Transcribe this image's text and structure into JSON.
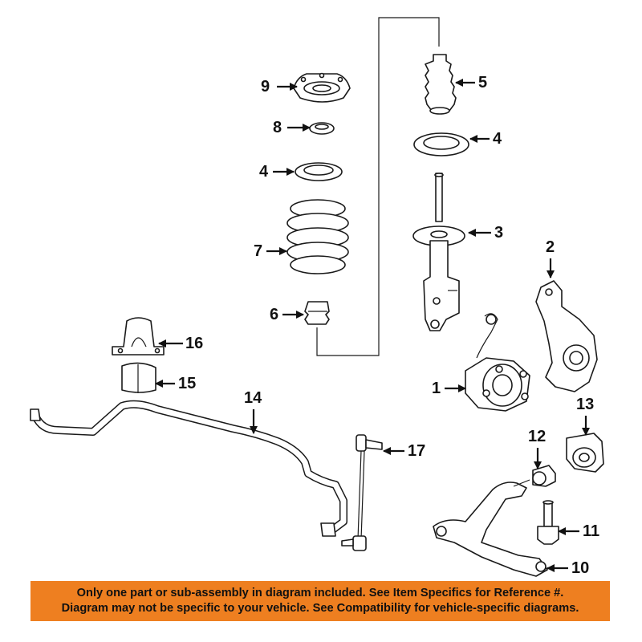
{
  "callouts": [
    {
      "id": "1",
      "label": "1"
    },
    {
      "id": "2",
      "label": "2"
    },
    {
      "id": "3",
      "label": "3"
    },
    {
      "id": "4a",
      "label": "4"
    },
    {
      "id": "4b",
      "label": "4"
    },
    {
      "id": "5",
      "label": "5"
    },
    {
      "id": "6",
      "label": "6"
    },
    {
      "id": "7",
      "label": "7"
    },
    {
      "id": "8",
      "label": "8"
    },
    {
      "id": "9",
      "label": "9"
    },
    {
      "id": "10",
      "label": "10"
    },
    {
      "id": "11",
      "label": "11"
    },
    {
      "id": "12",
      "label": "12"
    },
    {
      "id": "13",
      "label": "13"
    },
    {
      "id": "14",
      "label": "14"
    },
    {
      "id": "15",
      "label": "15"
    },
    {
      "id": "16",
      "label": "16"
    },
    {
      "id": "17",
      "label": "17"
    }
  ],
  "footer": {
    "line1": "Only one part or sub-assembly in diagram included. See Item Specifics for Reference #.",
    "line2": "Diagram may not be specific to your vehicle. See Compatibility for vehicle-specific diagrams.",
    "background": "#ee7f20"
  }
}
